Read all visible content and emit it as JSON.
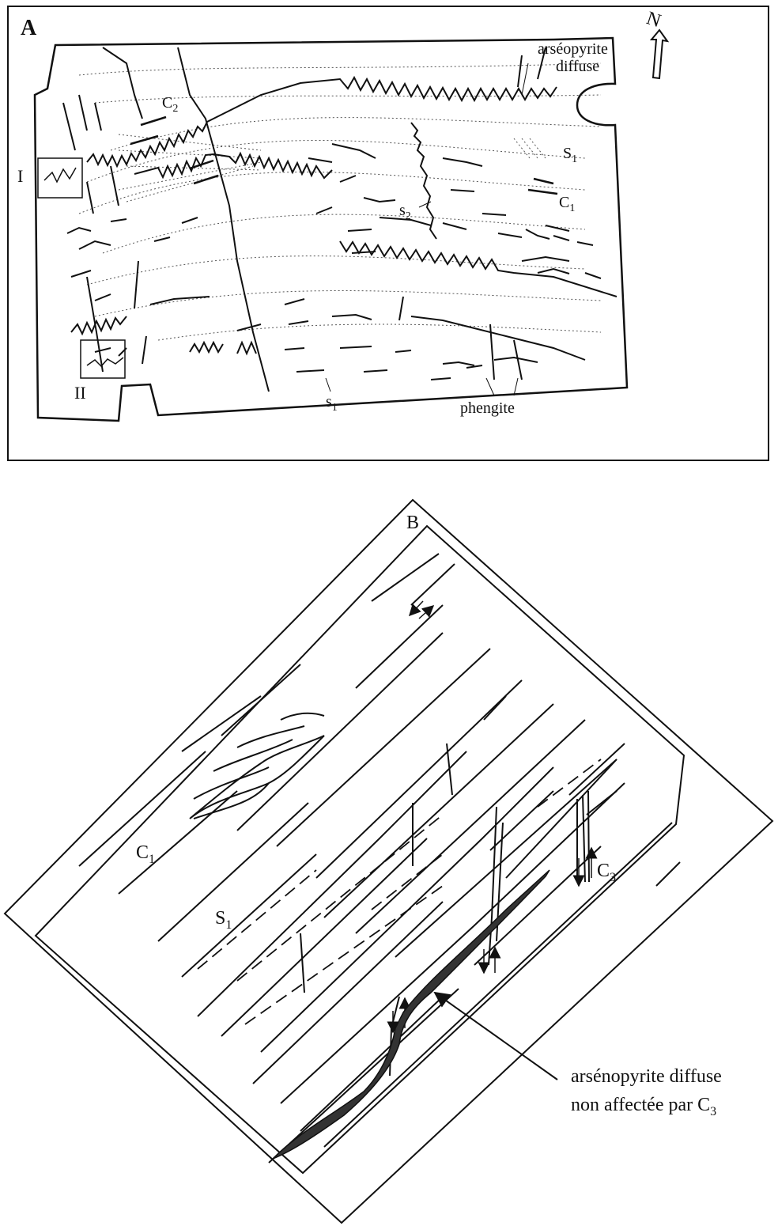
{
  "panel_a": {
    "label": "A",
    "north": "N",
    "annotations": {
      "arseno_line1": "arséopyrite",
      "arseno_line2": "diffuse",
      "c2": "C",
      "c2_sub": "2",
      "c1": "C",
      "c1_sub": "1",
      "s1_cap": "S",
      "s1_cap_sub": "1",
      "s2": "s",
      "s2_sub": "2",
      "s1_low": "s",
      "s1_low_sub": "1",
      "phengite": "phengite",
      "box_i": "I",
      "box_ii": "II"
    }
  },
  "panel_b": {
    "label": "B",
    "annotations": {
      "c1": "C",
      "c1_sub": "1",
      "s1": "S",
      "s1_sub": "1",
      "c3": "C",
      "c3_sub": "3",
      "callout_line1": "arsénopyrite diffuse",
      "callout_line2_prefix": "non affectée par C",
      "callout_line2_sub": "3"
    }
  },
  "colors": {
    "ink": "#111111",
    "paper": "#ffffff",
    "mineral": "#333333"
  }
}
